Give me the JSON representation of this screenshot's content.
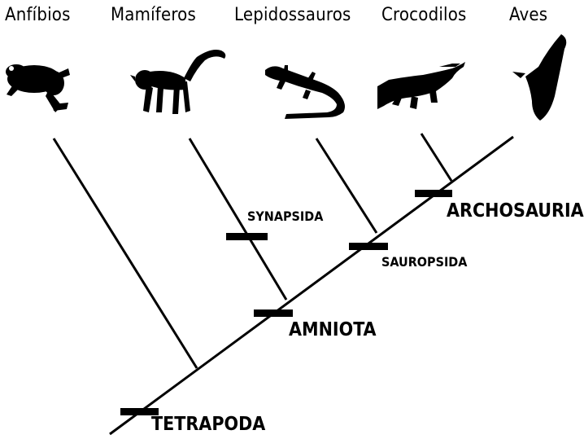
{
  "taxa": {
    "amphibians": "Anfíbios",
    "mammals": "Mamíferos",
    "lepidosaurs": "Lepidossauros",
    "crocodiles": "Crocodilos",
    "birds": "Aves"
  },
  "clades": {
    "tetrapoda": "TETRAPODA",
    "amniota": "AMNIOTA",
    "synapsida": "SYNAPSIDA",
    "sauropsida": "SAUROPSIDA",
    "archosauria": "ARCHOSAURIA"
  },
  "icons": [
    "frog-icon",
    "lemur-icon",
    "lizard-icon",
    "crocodile-icon",
    "bird-icon"
  ],
  "colors": {
    "ink": "#000000",
    "background": "#ffffff"
  }
}
